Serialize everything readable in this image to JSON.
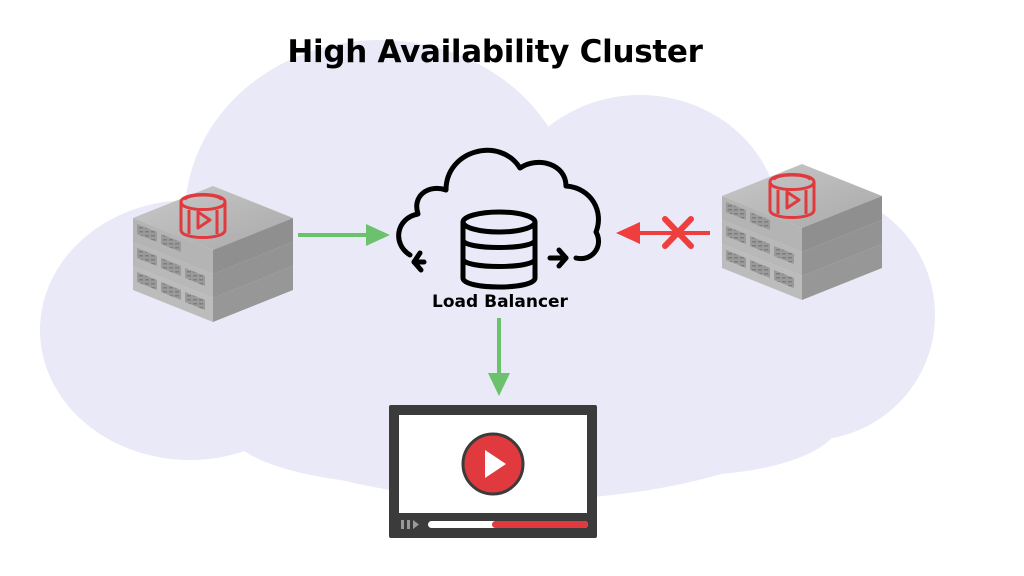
{
  "title": "High Availability Cluster",
  "load_balancer_label": "Load Balancer",
  "colors": {
    "background_cloud": "#e9e9f7",
    "accent_red": "#e03a3e",
    "arrow_ok": "#6cc26c",
    "arrow_fail": "#ef3e3e",
    "server_gray": "#a8a8a8",
    "player_frame": "#3b3b3b"
  },
  "nodes": {
    "primary_server": {
      "icon": "server-stack-icon",
      "badge": "streaming-engine-icon",
      "status": "active"
    },
    "load_balancer": {
      "icon": "cloud-database-icon"
    },
    "backup_server": {
      "icon": "server-stack-icon",
      "badge": "streaming-engine-icon",
      "status": "failed"
    },
    "player": {
      "icon": "video-player-icon",
      "progress": 0.42
    }
  },
  "edges": [
    {
      "from": "primary_server",
      "to": "load_balancer",
      "status": "ok"
    },
    {
      "from": "backup_server",
      "to": "load_balancer",
      "status": "blocked"
    },
    {
      "from": "load_balancer",
      "to": "player",
      "status": "ok"
    }
  ]
}
